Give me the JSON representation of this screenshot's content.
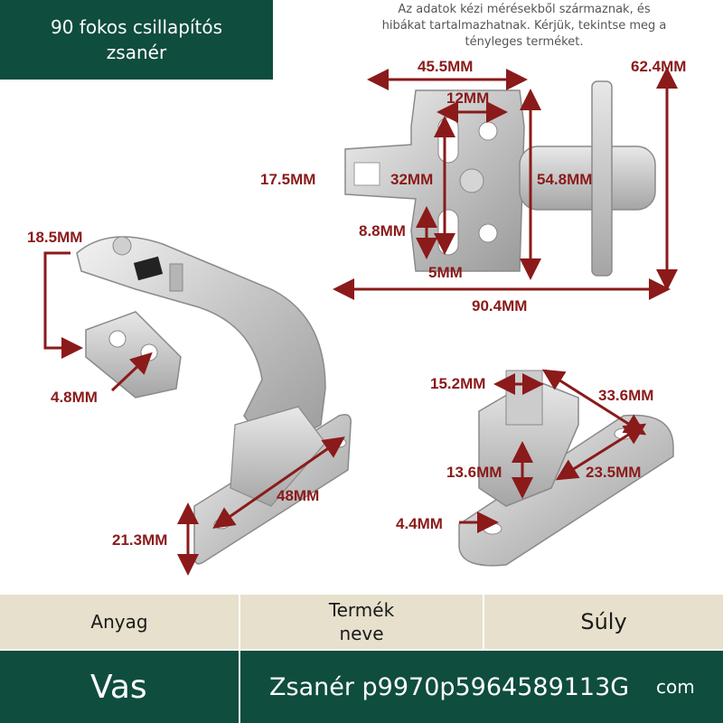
{
  "title": {
    "line1": "90 fokos csillapítós",
    "line2": "zsanér"
  },
  "disclaimer": {
    "line1": "Az adatok kézi mérésekből származnak, és",
    "line2": "hibákat tartalmazhatnak. Kérjük, tekintse meg a",
    "line3": "tényleges terméket."
  },
  "dimensions": {
    "top_width": "45.5MM",
    "hole_spacing": "12MM",
    "height_right": "62.4MM",
    "left_slot": "17.5MM",
    "center_distance": "32MM",
    "plate_height": "54.8MM",
    "slot_length": "8.8MM",
    "slot_width": "5MM",
    "total_length": "90.4MM",
    "arm_height": "18.5MM",
    "hole_diameter": "4.8MM",
    "base_length": "48MM",
    "base_height": "21.3MM",
    "plate_cup": "15.2MM",
    "plate_diagonal": "33.6MM",
    "plate_thickness": "13.6MM",
    "plate_inner": "23.5MM",
    "plate_hole": "4.4MM"
  },
  "table": {
    "col1_header": "Anyag",
    "col2_header_line1": "Termék",
    "col2_header_line2": "neve",
    "col3_header": "Súly",
    "material": "Vas",
    "product_name": "Zsanér p9970p5964589113G",
    "suffix": "com"
  },
  "colors": {
    "green": "#0f4d3e",
    "beige": "#e6e0cc",
    "dimension_red": "#8b1a1a"
  }
}
